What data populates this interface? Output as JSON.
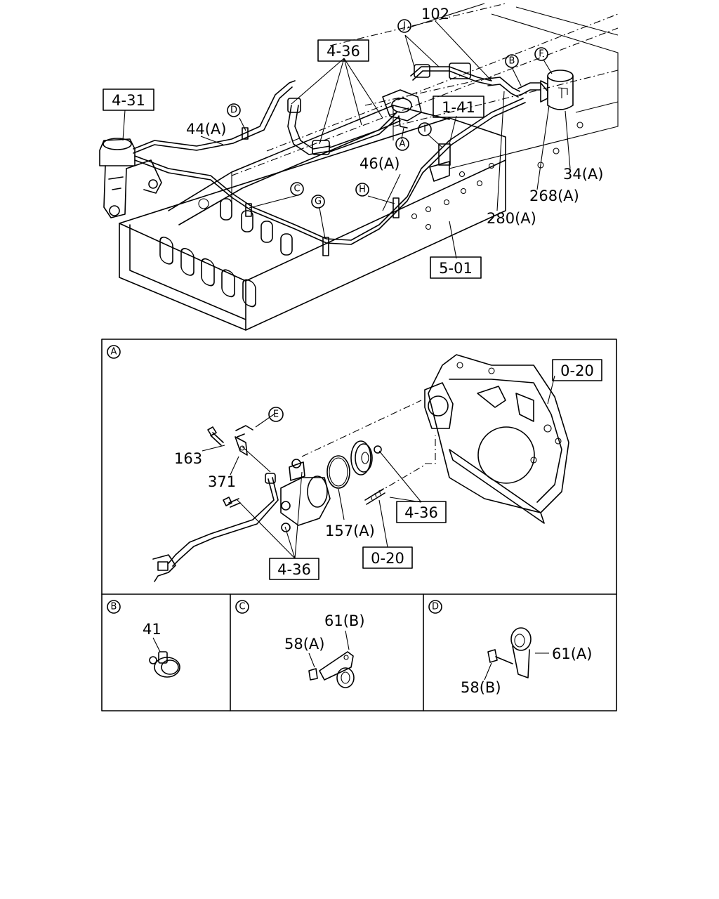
{
  "callouts": {
    "top": {
      "ref_4_31": "4-31",
      "ref_4_36": "4-36",
      "ref_1_41": "1-41",
      "ref_5_01": "5-01",
      "p102": "102",
      "p44a": "44(A)",
      "p46a": "46(A)",
      "p34a": "34(A)",
      "p268a": "268(A)",
      "p280a": "280(A)"
    },
    "letters": {
      "A": "A",
      "B": "B",
      "C": "C",
      "D": "D",
      "E": "E",
      "F": "F",
      "G": "G",
      "H": "H",
      "I": "I",
      "J": "J"
    },
    "panel_a": {
      "ref_0_20_top": "0-20",
      "ref_4_36_right": "4-36",
      "ref_4_36_bottom": "4-36",
      "ref_0_20_bottom": "0-20",
      "p163": "163",
      "p371": "371",
      "p157a": "157(A)"
    },
    "panel_b": {
      "p41": "41"
    },
    "panel_c": {
      "p61b": "61(B)",
      "p58a": "58(A)"
    },
    "panel_d": {
      "p61a": "61(A)",
      "p58b": "58(B)"
    }
  }
}
